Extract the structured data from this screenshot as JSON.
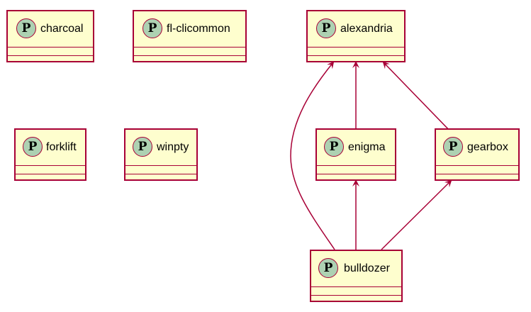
{
  "diagram": {
    "stereotype_letter": "P",
    "colors": {
      "box_fill": "#fefece",
      "border": "#a80036",
      "badge": "#add1b2",
      "edge": "#a80036"
    },
    "packages": [
      {
        "id": "charcoal",
        "name": "charcoal"
      },
      {
        "id": "fl-clicommon",
        "name": "fl-clicommon"
      },
      {
        "id": "alexandria",
        "name": "alexandria"
      },
      {
        "id": "forklift",
        "name": "forklift"
      },
      {
        "id": "winpty",
        "name": "winpty"
      },
      {
        "id": "enigma",
        "name": "enigma"
      },
      {
        "id": "gearbox",
        "name": "gearbox"
      },
      {
        "id": "bulldozer",
        "name": "bulldozer"
      }
    ],
    "dependencies": [
      {
        "from": "enigma",
        "to": "alexandria"
      },
      {
        "from": "gearbox",
        "to": "alexandria"
      },
      {
        "from": "bulldozer",
        "to": "alexandria"
      },
      {
        "from": "bulldozer",
        "to": "enigma"
      },
      {
        "from": "bulldozer",
        "to": "gearbox"
      }
    ]
  }
}
